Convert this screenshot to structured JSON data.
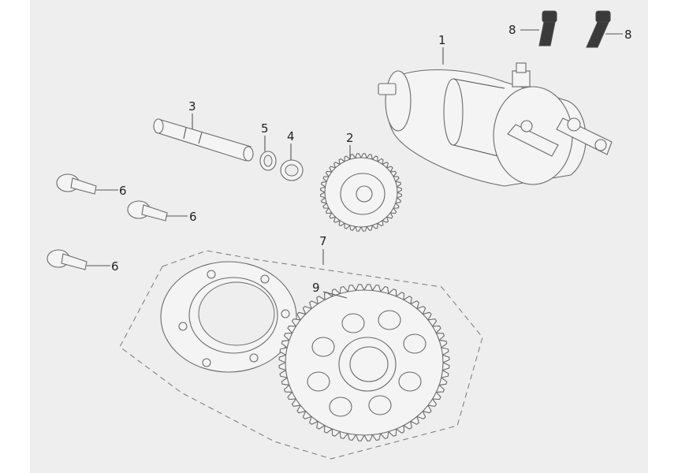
{
  "diagram": {
    "background_color": "#ffffff",
    "panel_color": "#eeeeee",
    "line_color": "#555555",
    "parts": [
      {
        "callout": "1",
        "name": "starter-motor"
      },
      {
        "callout": "2",
        "name": "idler-gear"
      },
      {
        "callout": "3",
        "name": "idler-shaft"
      },
      {
        "callout": "4",
        "name": "washer"
      },
      {
        "callout": "5",
        "name": "circlip"
      },
      {
        "callout": "6",
        "name": "bolt"
      },
      {
        "callout": "7",
        "name": "starter-clutch-assembly"
      },
      {
        "callout": "8",
        "name": "motor-bolt"
      },
      {
        "callout": "9",
        "name": "starter-driven-gear"
      }
    ],
    "labels": {
      "p1": "1",
      "p2": "2",
      "p3": "3",
      "p4": "4",
      "p5": "5",
      "p6a": "6",
      "p6b": "6",
      "p6c": "6",
      "p7": "7",
      "p8a": "8",
      "p8b": "8",
      "p9": "9"
    }
  }
}
